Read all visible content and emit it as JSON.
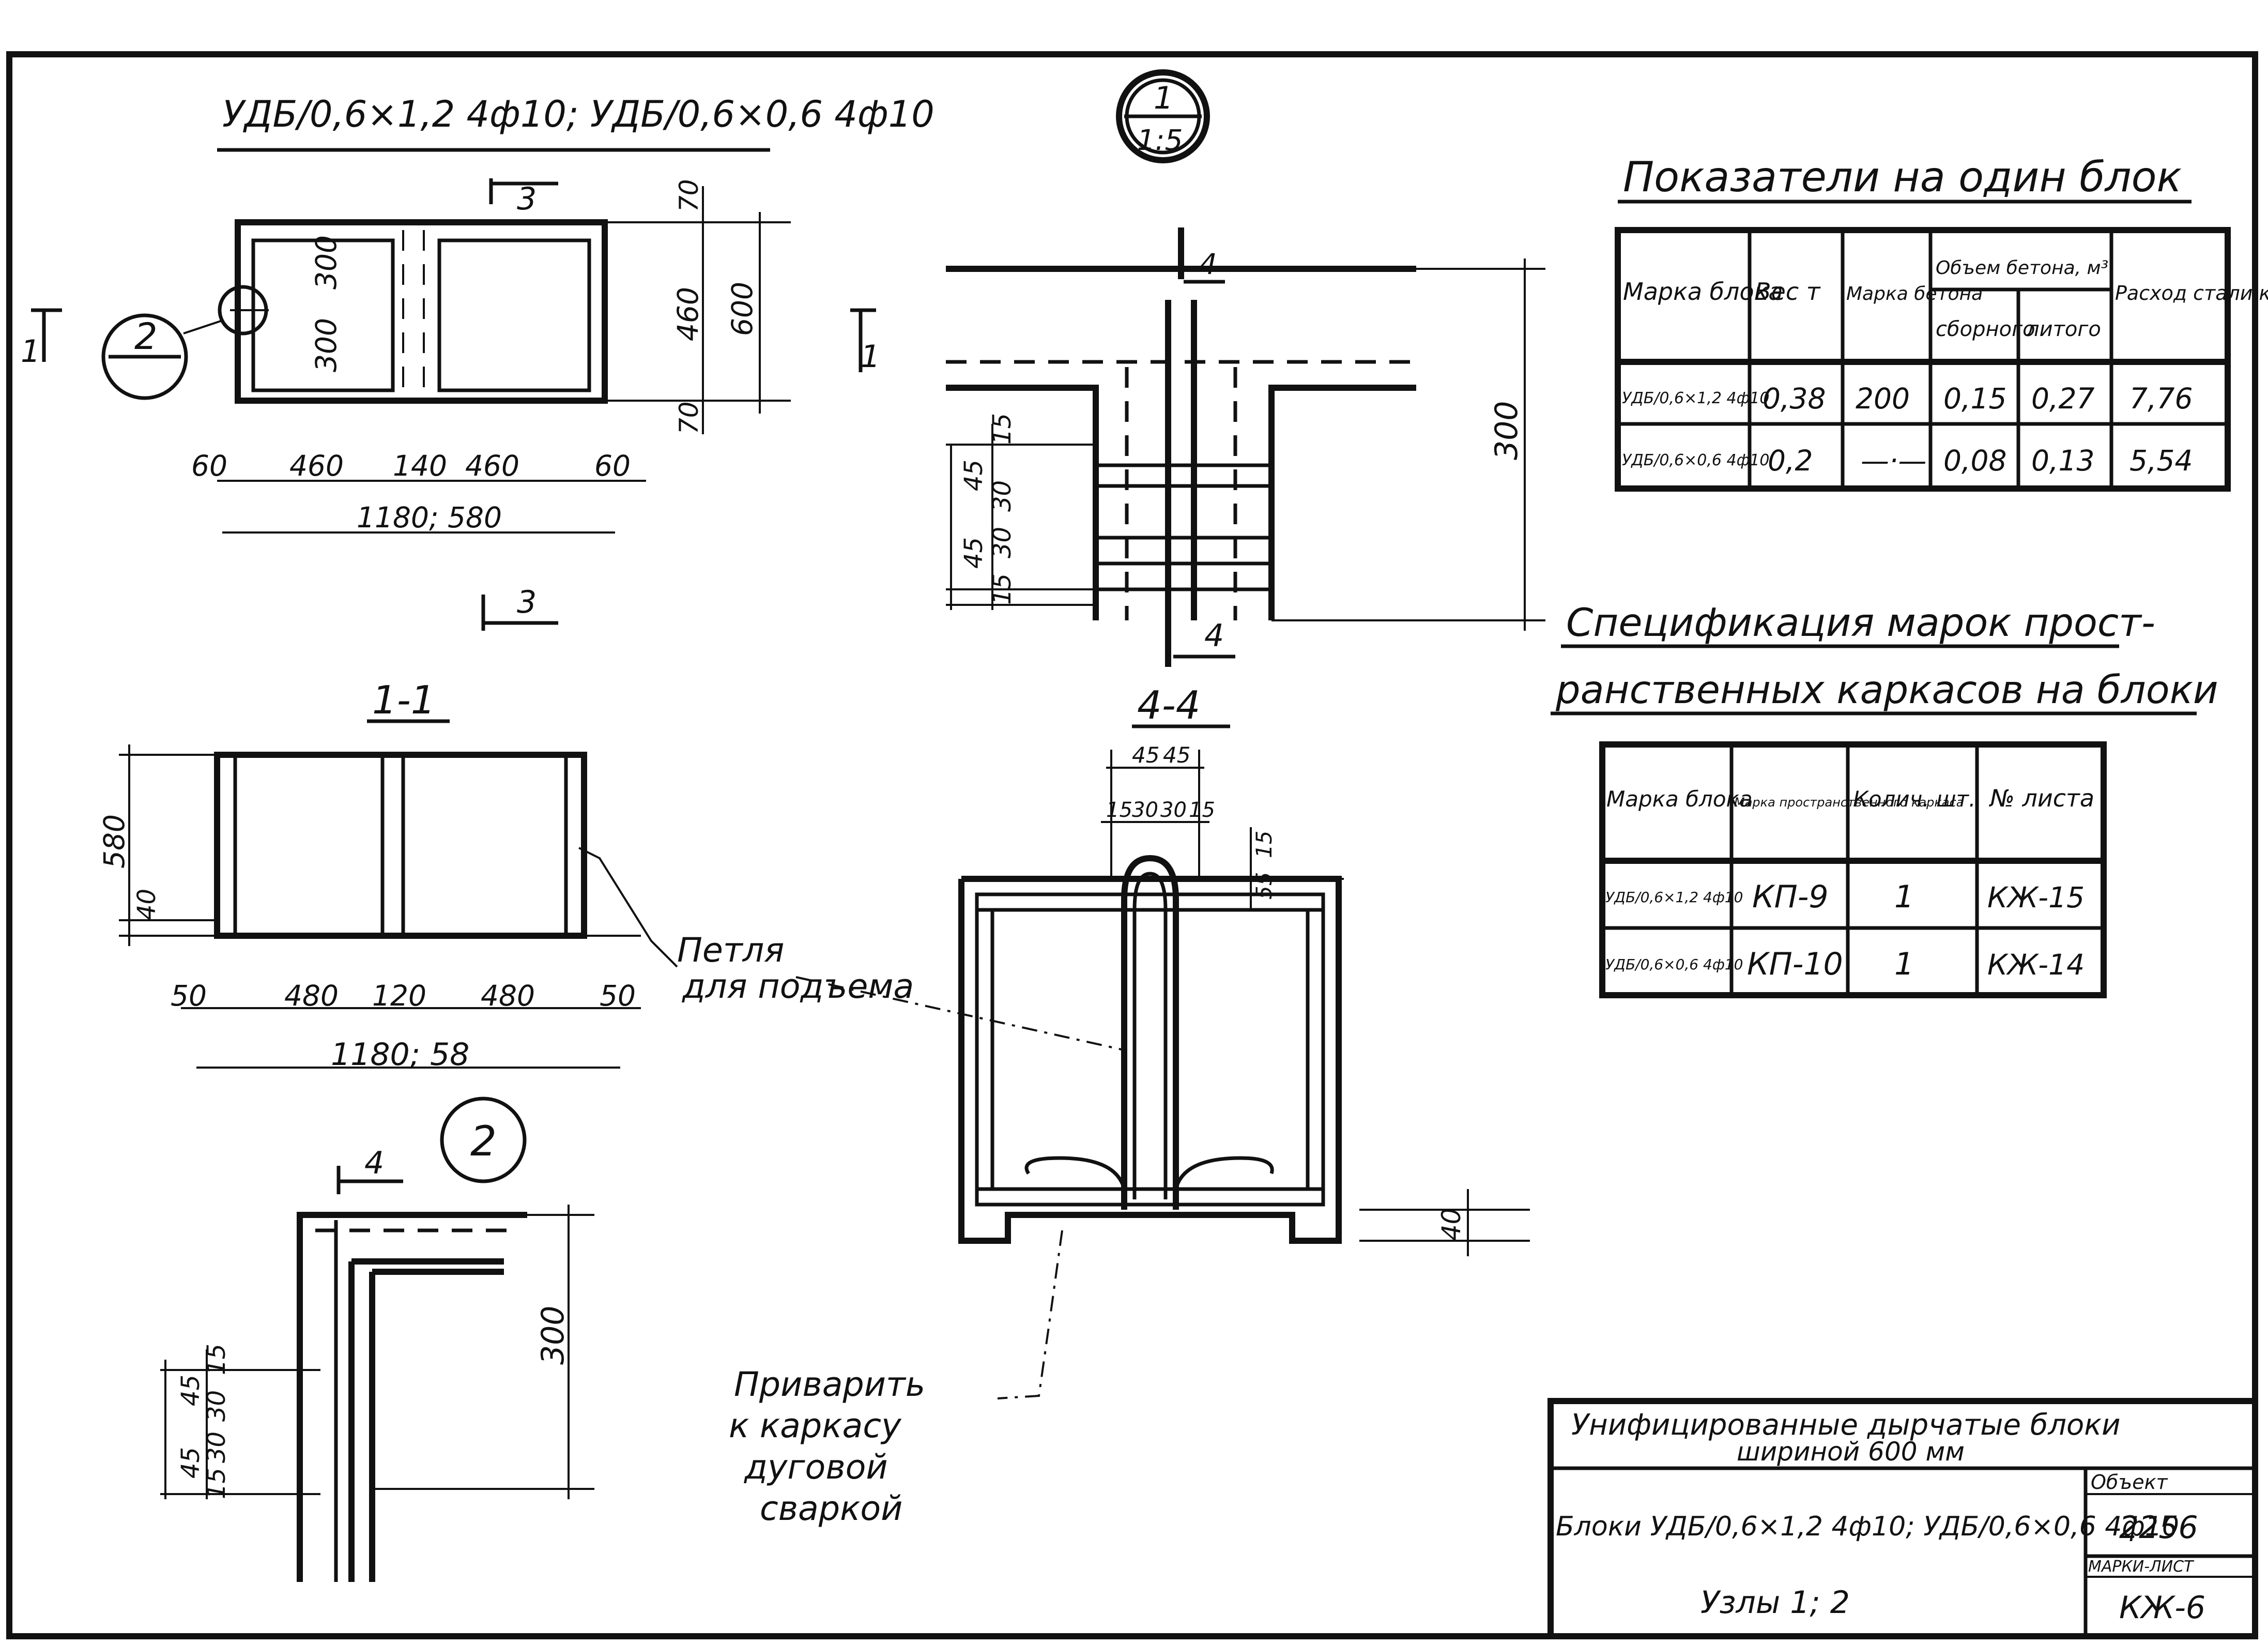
{
  "headers": {
    "block_marks_top": "УДБ/0,6×1,2 4ф10; УДБ/0,6×0,6 4ф10",
    "callout_1": "1",
    "callout_1_scale": "1:5",
    "callout_2": "2",
    "section_1_1": "1-1",
    "section_4_4": "4-4",
    "detail_2": "2"
  },
  "plan_dims": {
    "h70a": "70",
    "h300a": "300",
    "h300b": "300",
    "h460": "460",
    "h600": "600",
    "h70b": "70",
    "w60a": "60",
    "w460a": "460",
    "w140": "140",
    "w460b": "460",
    "w60b": "60",
    "w_total": "1180; 580",
    "cut3": "3",
    "cut3b": "3",
    "cut1": "1"
  },
  "detail1_dims": {
    "cut4_top": "4",
    "cut4_bot": "4",
    "cut1": "1",
    "h300": "300",
    "h15": "15",
    "h45a": "45",
    "h30a": "30",
    "h30b": "30",
    "h45b": "45",
    "h15b": "15"
  },
  "section11_dims": {
    "h580": "580",
    "h40": "40",
    "w50a": "50",
    "w480a": "480",
    "w120": "120",
    "w480b": "480",
    "w50b": "50",
    "w_total": "1180; 58"
  },
  "section44_dims": {
    "w15a": "15",
    "w30a": "30",
    "w30b": "30",
    "w15b": "15",
    "w45a": "45",
    "w45b": "45",
    "h15": "15",
    "h55": "55",
    "h40": "40"
  },
  "detail2_dims": {
    "cut4": "4",
    "h300": "300",
    "h15": "15",
    "h45a": "45",
    "h30a": "30",
    "h30b": "30",
    "h45b": "45",
    "h15b": "15"
  },
  "notes": {
    "loop_line1": "Петля",
    "loop_line2": "для подъема",
    "weld_line1": "Приварить",
    "weld_line2": "к каркасу",
    "weld_line3": "дуговой",
    "weld_line4": "сваркой"
  },
  "indicators": {
    "title": "Показатели на один блок",
    "headers": {
      "mark": "Марка блока",
      "weight": "Вес т",
      "concrete": "Марка бетона",
      "volume": "Объем бетона, м³",
      "volume_precast": "сборного",
      "volume_cast": "литого",
      "steel": "Расход стали кг"
    },
    "rows": [
      {
        "mark": "УДБ/0,6×1,2 4ф10",
        "weight": "0,38",
        "concrete": "200",
        "precast": "0,15",
        "cast": "0,27",
        "steel": "7,76"
      },
      {
        "mark": "УДБ/0,6×0,6 4ф10",
        "weight": "0,2",
        "concrete": "—·—",
        "precast": "0,08",
        "cast": "0,13",
        "steel": "5,54"
      }
    ]
  },
  "spec": {
    "title_line1": "Спецификация марок прост-",
    "title_line2": "ранственных каркасов на блоки",
    "headers": {
      "mark": "Марка блока",
      "frame": "Марка пространственного каркаса",
      "qty": "Колич. шт.",
      "sheet": "№ листа"
    },
    "rows": [
      {
        "mark": "УДБ/0,6×1,2 4ф10",
        "frame": "КП-9",
        "qty": "1",
        "sheet": "КЖ-15"
      },
      {
        "mark": "УДБ/0,6×0,6 4ф10",
        "frame": "КП-10",
        "qty": "1",
        "sheet": "КЖ-14"
      }
    ]
  },
  "title_block": {
    "line1": "Унифицированные дырчатые блоки",
    "line2": "шириной 600 мм",
    "blocks": "Блоки УДБ/0,6×1,2 4ф10; УДБ/0,6×0,6 4ф10",
    "nodes": "Узлы 1; 2",
    "object_label": "Объект",
    "object_value": "2256",
    "sheet_label": "МАРКИ-ЛИСТ",
    "sheet_value": "КЖ-6"
  }
}
